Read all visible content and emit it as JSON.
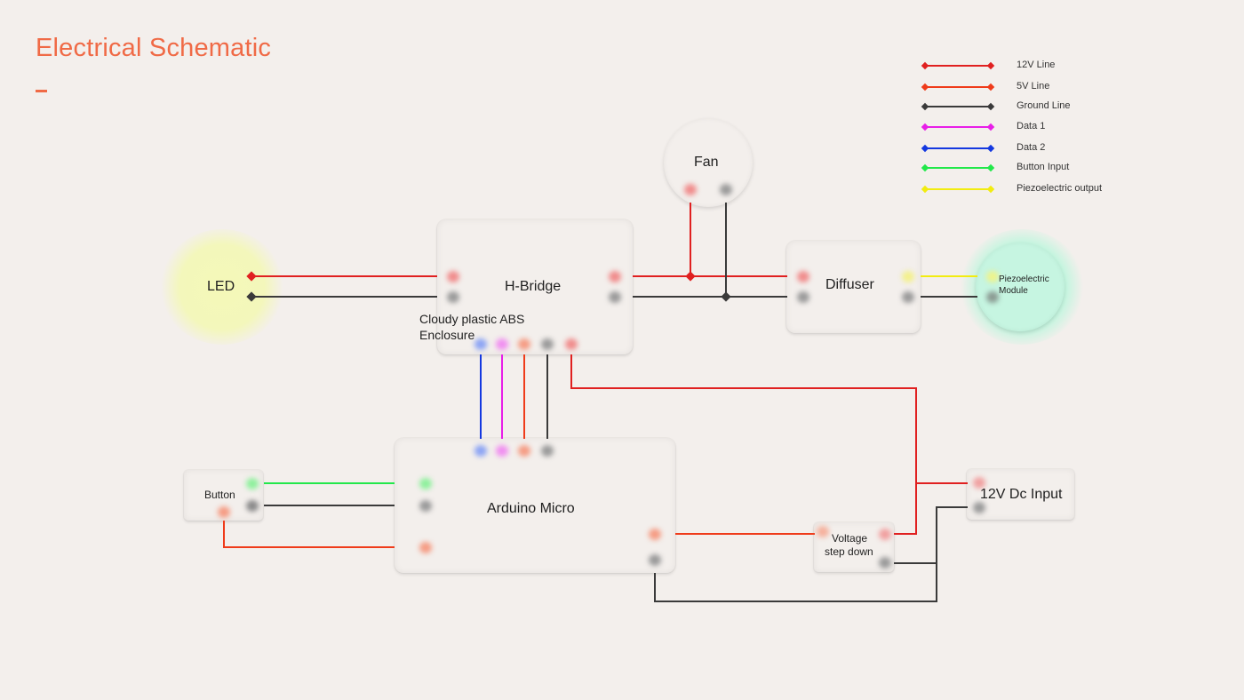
{
  "title": "Electrical Schematic",
  "colors": {
    "accent": "#f06a46",
    "line_12v": "#e02020",
    "line_5v": "#ef3b1a",
    "line_ground": "#3a3a3a",
    "line_data1": "#e81ee8",
    "line_data2": "#1438e0",
    "line_button": "#22e84a",
    "line_piezo": "#f2ec10"
  },
  "legend": [
    {
      "label": "12V Line",
      "color": "#e02020"
    },
    {
      "label": "5V Line",
      "color": "#ef3b1a"
    },
    {
      "label": "Ground Line",
      "color": "#3a3a3a"
    },
    {
      "label": "Data 1",
      "color": "#e81ee8"
    },
    {
      "label": "Data 2",
      "color": "#1438e0"
    },
    {
      "label": "Button Input",
      "color": "#22e84a"
    },
    {
      "label": "Piezoelectric output",
      "color": "#f2ec10"
    }
  ],
  "components": {
    "led": "LED",
    "hbridge": "H-Bridge",
    "enclosure_line1": "Cloudy plastic ABS",
    "enclosure_line2": "Enclosure",
    "fan": "Fan",
    "diffuser": "Diffuser",
    "piezo_line1": "Piezoelectric",
    "piezo_line2": "Module",
    "button": "Button",
    "arduino": "Arduino Micro",
    "stepdown_line1": "Voltage",
    "stepdown_line2": "step down",
    "dc_input": "12V Dc Input"
  }
}
